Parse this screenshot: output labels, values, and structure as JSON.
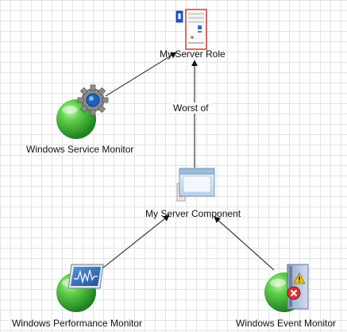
{
  "nodes": {
    "server_role": {
      "label": "My Server Role",
      "icon": "server-tower-icon"
    },
    "server_component": {
      "label": "My Server Component",
      "icon": "server-component-window-icon"
    },
    "service_monitor": {
      "label": "Windows Service Monitor",
      "icon": "gear-monitor-icon"
    },
    "performance_monitor": {
      "label": "Windows Performance Monitor",
      "icon": "performance-graph-monitor-icon"
    },
    "event_monitor": {
      "label": "Windows Event Monitor",
      "icon": "event-log-monitor-icon"
    }
  },
  "edges": {
    "component_to_role_label": "Worst of"
  },
  "colors": {
    "green_orb": "#2eaa2e",
    "screen_blue": "#3b6fb8",
    "grid": "#e3e3e3"
  }
}
